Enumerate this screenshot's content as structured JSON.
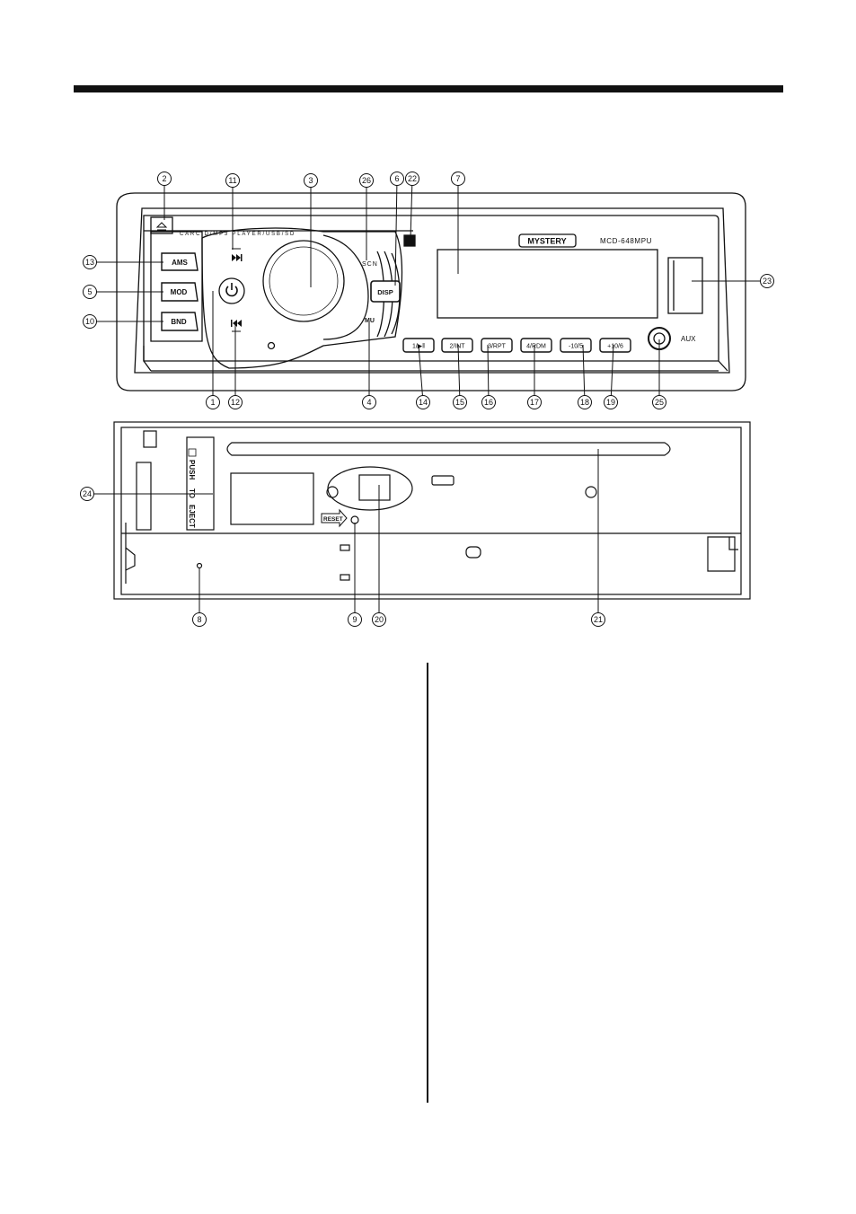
{
  "front_panel": {
    "tagline": "CARC D/MP3 PLAYER/USB/SD",
    "brand": "MYSTERY",
    "model": "MCD-648MPU",
    "left_buttons": [
      "AMS",
      "MOD",
      "BND"
    ],
    "disp_label": "DISP",
    "scn_label": "SCN",
    "mu_label": "MU",
    "aux_label": "AUX",
    "preset_buttons": [
      "1/▶‖",
      "2/INT",
      "3/RPT",
      "4/RDM",
      "-10/5",
      "+10/6"
    ]
  },
  "back_panel": {
    "push_label": "PUSH",
    "to_label": "TO",
    "eject_label": "EJECT",
    "reset_label": "RESET"
  },
  "callouts": [
    "1",
    "2",
    "3",
    "4",
    "5",
    "6",
    "7",
    "8",
    "9",
    "10",
    "11",
    "12",
    "13",
    "14",
    "15",
    "16",
    "17",
    "18",
    "19",
    "20",
    "21",
    "22",
    "23",
    "24",
    "25",
    "26"
  ],
  "icons": [
    "eject-icon",
    "next-track-icon",
    "prev-track-icon",
    "power-icon",
    "play-pause-icon",
    "reset-arrow-icon"
  ]
}
